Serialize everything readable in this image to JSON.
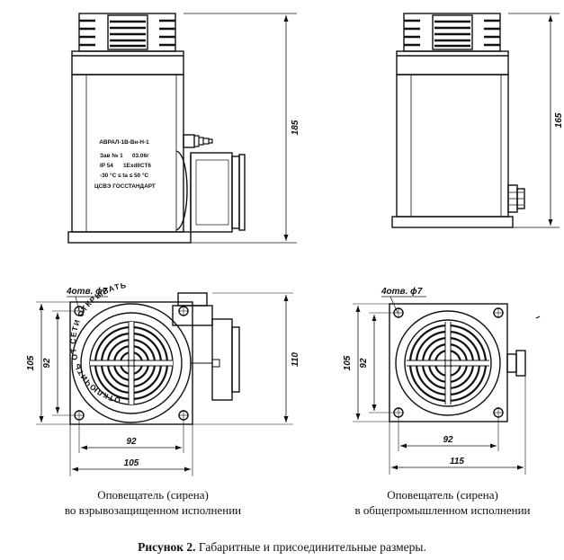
{
  "nameplate": {
    "line1": "АВРАЛ-1В-Вн-Н-1",
    "line2a": "Зав № 1",
    "line2b": "03.06г",
    "line3a": "IP 54",
    "line3b": "1ExdIICT6",
    "line4": "-30 °C ≤ ta ≤ 50 °C",
    "line5": "ЦСВЭ ГОССТАНДАРТ"
  },
  "front_ex": {
    "height": "185"
  },
  "front_ind": {
    "height": "165"
  },
  "top_ex": {
    "holes": "4отв. ϕ7",
    "vert_outer": "105",
    "vert_inner": "92",
    "depth": "110",
    "horiz_inner": "92",
    "horiz_outer": "105",
    "ring_text": "ОТКЛЮЧИТЬ ОТ СЕТИ  ОТКРЫВАТЬ"
  },
  "top_ind": {
    "holes": "4отв. ϕ7",
    "vert_outer": "105",
    "vert_inner": "92",
    "horiz_inner": "92",
    "horiz_outer": "115"
  },
  "captions": {
    "left_line1": "Оповещатель (сирена)",
    "left_line2": "во взрывозащищенном исполнении",
    "right_line1": "Оповещатель (сирена)",
    "right_line2": "в общепромышленном исполнении"
  },
  "figure": {
    "label": "Рисунок 2.",
    "text": " Габаритные и присоединительные размеры."
  }
}
